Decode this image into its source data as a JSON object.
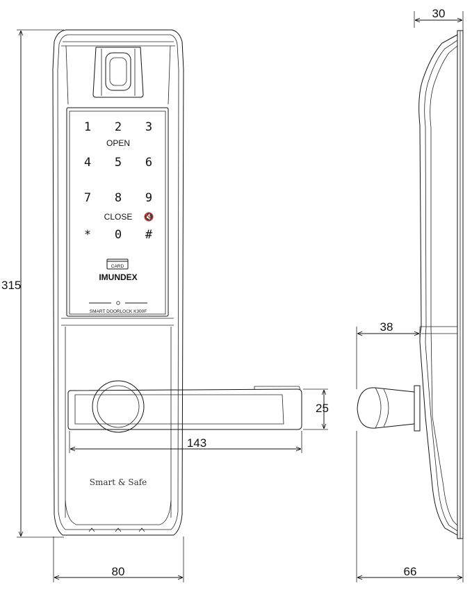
{
  "dimensions": {
    "height": "315",
    "width_front": "80",
    "handle_length": "143",
    "handle_height": "25",
    "depth_top": "30",
    "handle_projection": "38",
    "depth_total": "66"
  },
  "keypad": {
    "keys": [
      "1",
      "2",
      "3",
      "4",
      "5",
      "6",
      "7",
      "8",
      "9",
      "*",
      "0",
      "#"
    ],
    "open_label": "OPEN",
    "close_label": "CLOSE",
    "mute_glyph": "🔇"
  },
  "branding": {
    "card_label": "CARD",
    "brand": "IMUNDEX",
    "model": "SMART DOORLOCK  K300F",
    "slogan": "Smart & Safe"
  }
}
